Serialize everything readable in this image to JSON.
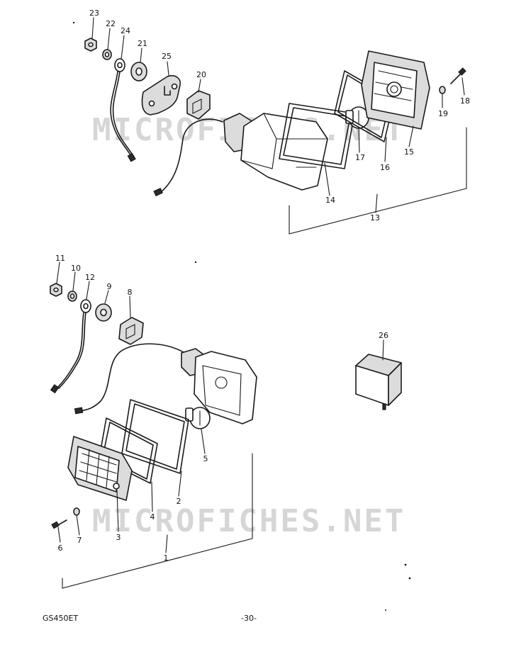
{
  "watermark": "MICROFICHES.NET",
  "footer": {
    "model": "GS450ET",
    "page": "-30-"
  },
  "callouts": {
    "p1": "1",
    "p2": "2",
    "p3": "3",
    "p4": "4",
    "p5": "5",
    "p6": "6",
    "p7": "7",
    "p8": "8",
    "p9": "9",
    "p10": "10",
    "p11": "11",
    "p12": "12",
    "p13": "13",
    "p14": "14",
    "p15": "15",
    "p16": "16",
    "p17": "17",
    "p18": "18",
    "p19": "19",
    "p20": "20",
    "p21": "21",
    "p22": "22",
    "p23": "23",
    "p24": "24",
    "p25": "25",
    "p26": "26"
  }
}
